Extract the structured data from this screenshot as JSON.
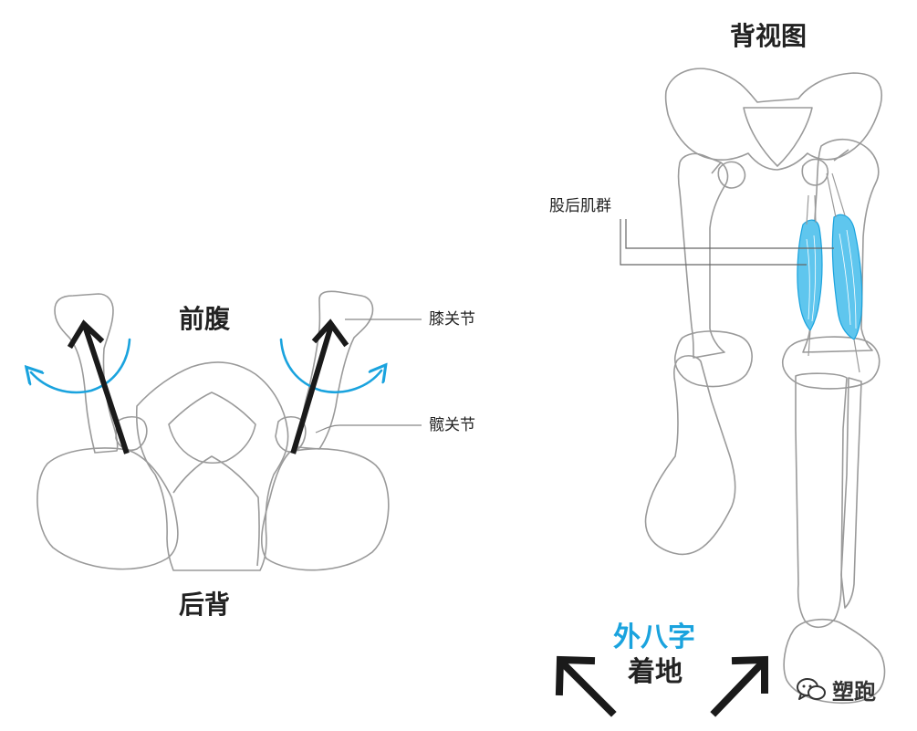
{
  "front_view": {
    "front_label": "前腹",
    "back_label": "后背",
    "knee_label": "膝关节",
    "hip_label": "髋关节"
  },
  "back_view": {
    "title": "背视图",
    "hamstring_label": "股后肌群"
  },
  "caption": {
    "line1": "外八字",
    "line2": "着地"
  },
  "watermark": "塑跑",
  "colors": {
    "accent": "#1aa3de",
    "outline": "#9a9a9a",
    "arrow": "#1a1a1a",
    "text": "#222222"
  },
  "icons": {
    "watermark_icon": "wechat-chat-icon"
  }
}
